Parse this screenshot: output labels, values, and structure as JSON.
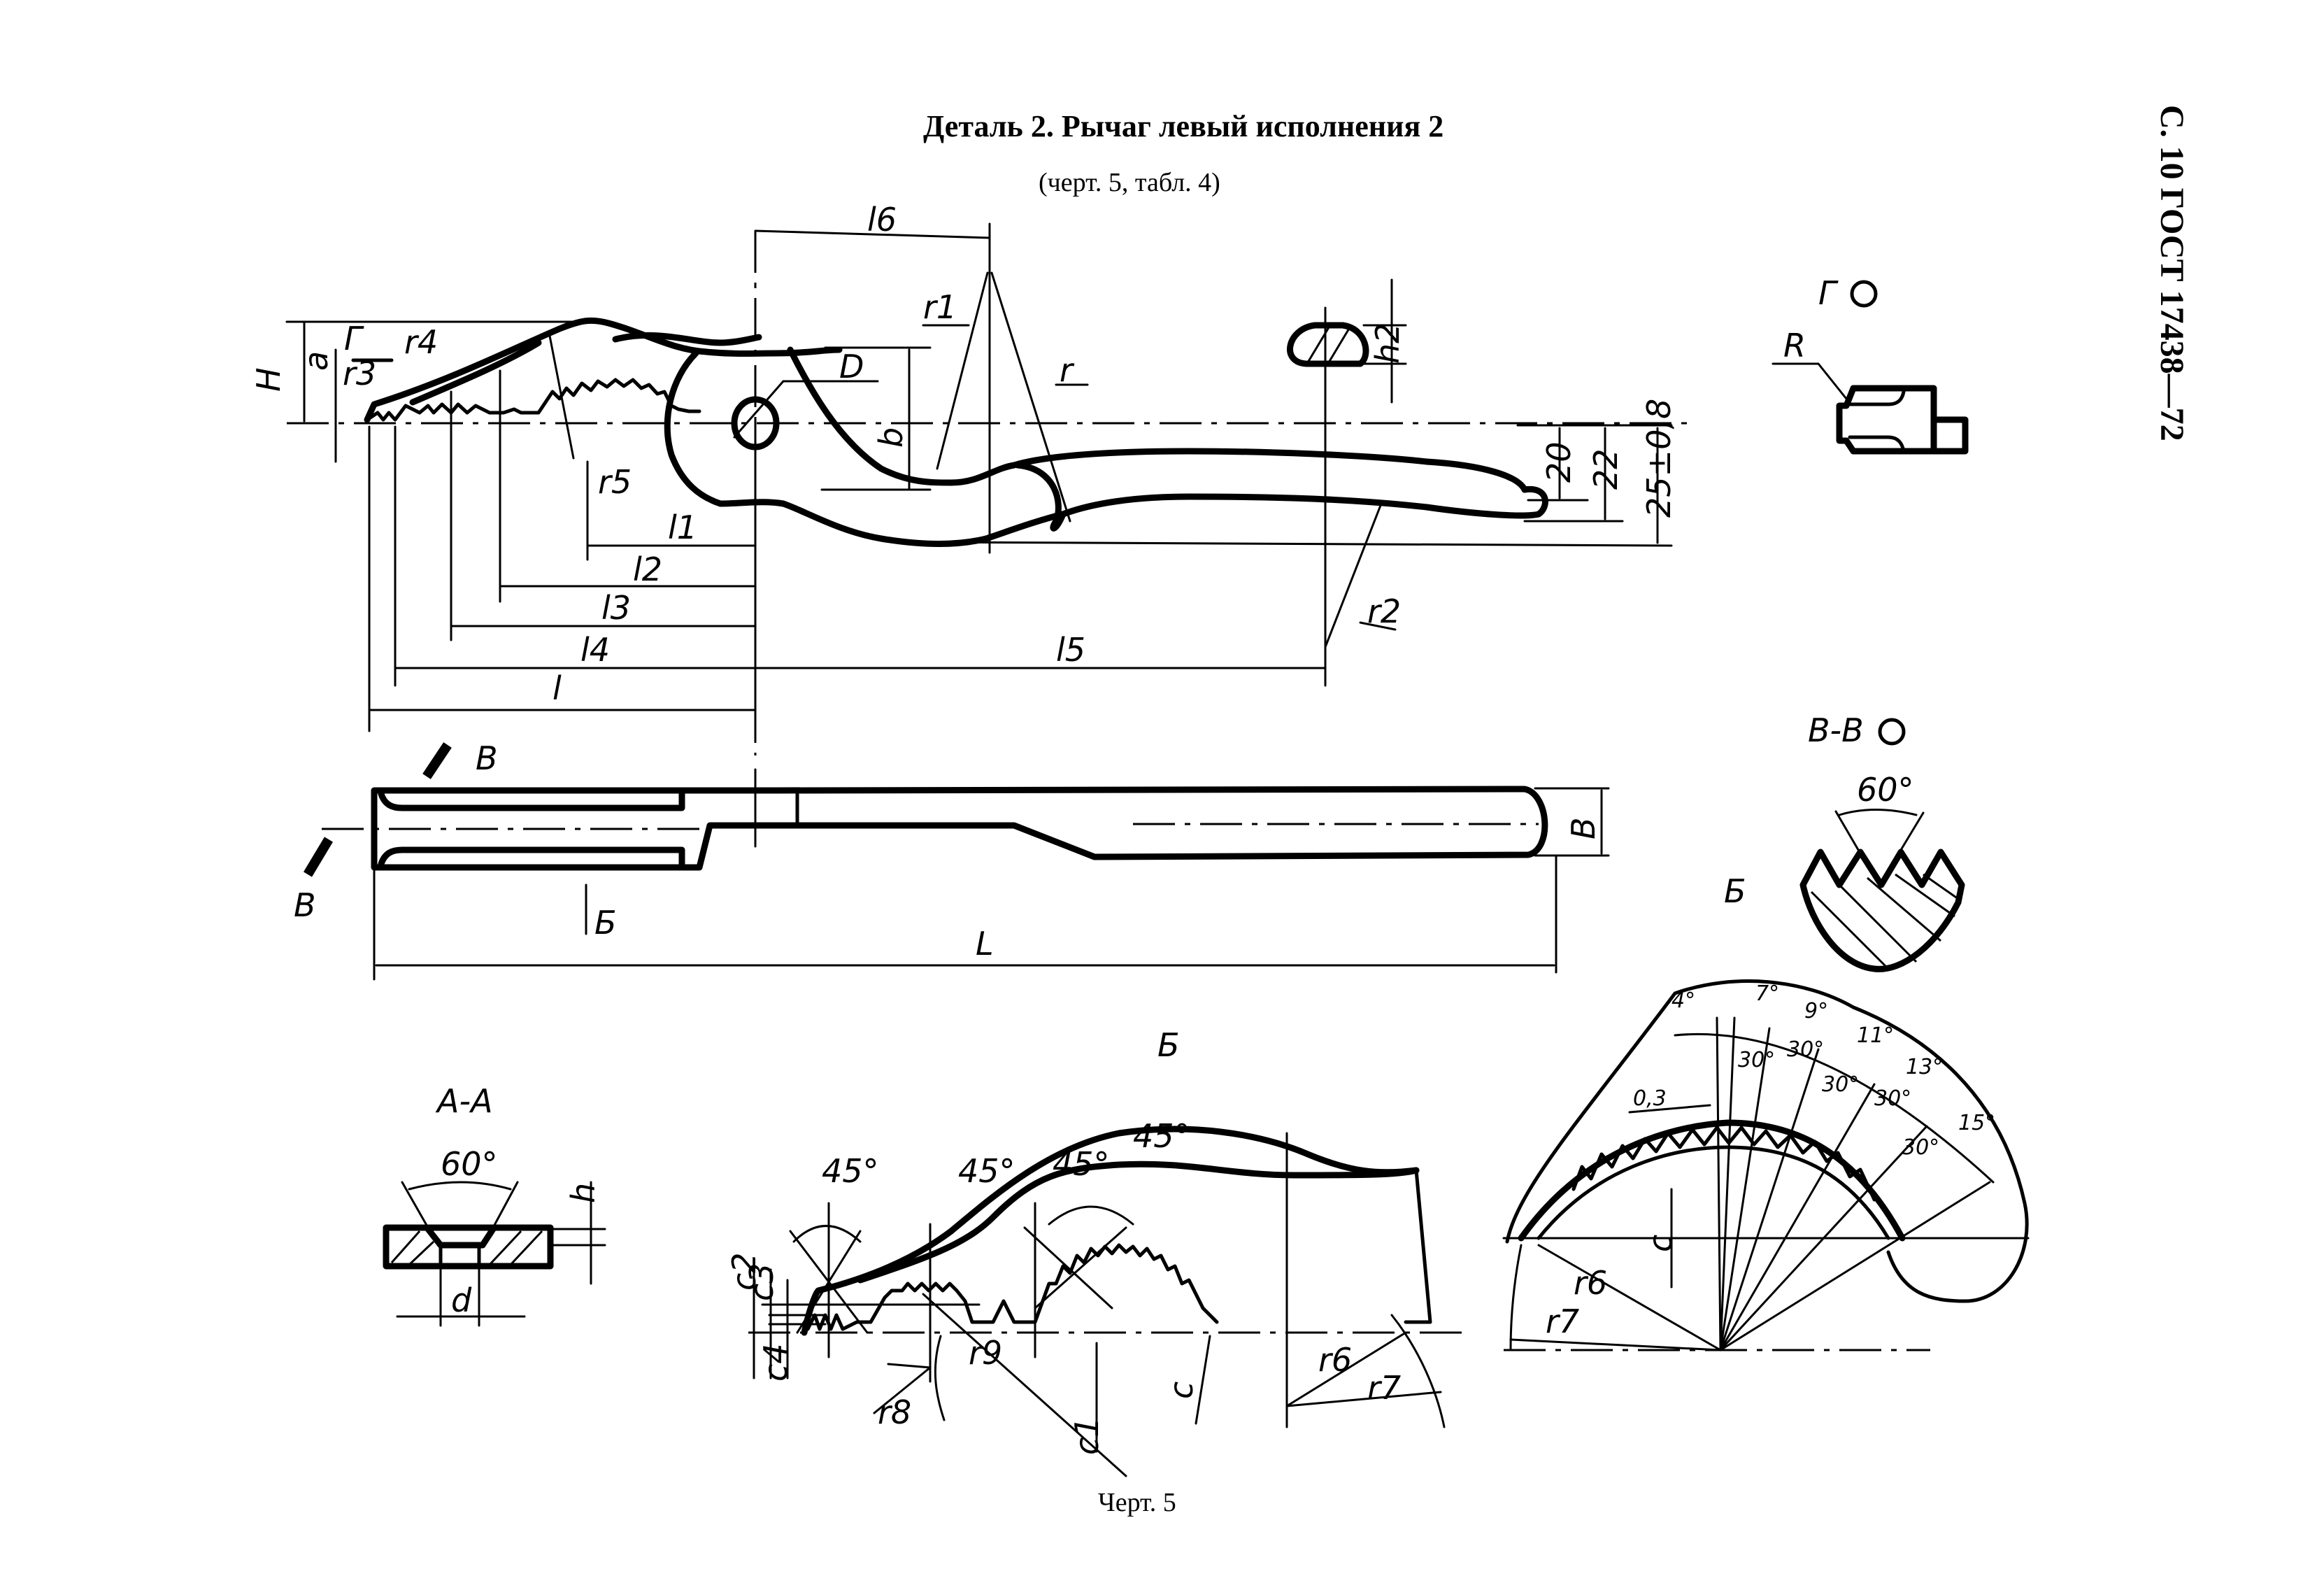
{
  "page": {
    "title": "Деталь 2. Рычаг левый исполнения 2",
    "subtitle": "(черт. 5, табл. 4)",
    "side_header": "С. 10 ГОСТ 17438—72",
    "caption": "Черт. 5"
  },
  "main_view": {
    "labels": {
      "H": "H",
      "a": "a",
      "G": "Г",
      "r3": "r3",
      "r4": "r4",
      "r5": "r5",
      "D": "D",
      "b": "b",
      "r1": "r1",
      "r": "r",
      "r2": "r2",
      "h2": "h2",
      "l1": "l1",
      "l2": "l2",
      "l3": "l3",
      "l4": "l4",
      "l": "l",
      "l5": "l5",
      "l6": "l6"
    },
    "dims": {
      "d20": "20",
      "d22": "22",
      "d25": "25±0,8"
    }
  },
  "plan_view": {
    "labels": {
      "B_top": "В",
      "B_bottom": "В",
      "arrow_B": "Б",
      "L": "L",
      "width_B": "В"
    }
  },
  "detail_G": {
    "title": "Г",
    "rotate_icon": "rotate-icon",
    "R": "R"
  },
  "section_VV": {
    "title": "В-В",
    "rotate_icon": "rotate-icon",
    "angle": "60°"
  },
  "label_B_right": "Б",
  "section_AA": {
    "title": "А-А",
    "angle": "60°",
    "h": "h",
    "d": "d"
  },
  "detail_B": {
    "title": "Б",
    "angles": [
      "45°",
      "45°",
      "45°",
      "45°"
    ],
    "labels": {
      "c1": "c1",
      "c2": "c2",
      "c3": "c3",
      "c4": "c4",
      "c": "c",
      "r6": "r6",
      "r7": "r7",
      "r8": "r8",
      "r9": "r9"
    }
  },
  "tooth_detail": {
    "angles": [
      "4°",
      "7°",
      "9°",
      "11°",
      "13°",
      "15°"
    ],
    "tooth_angles": [
      "30°",
      "30°",
      "30°",
      "30°",
      "30°"
    ],
    "offset": "0,3",
    "labels": {
      "c": "c",
      "r6": "r6",
      "r7": "r7"
    }
  }
}
